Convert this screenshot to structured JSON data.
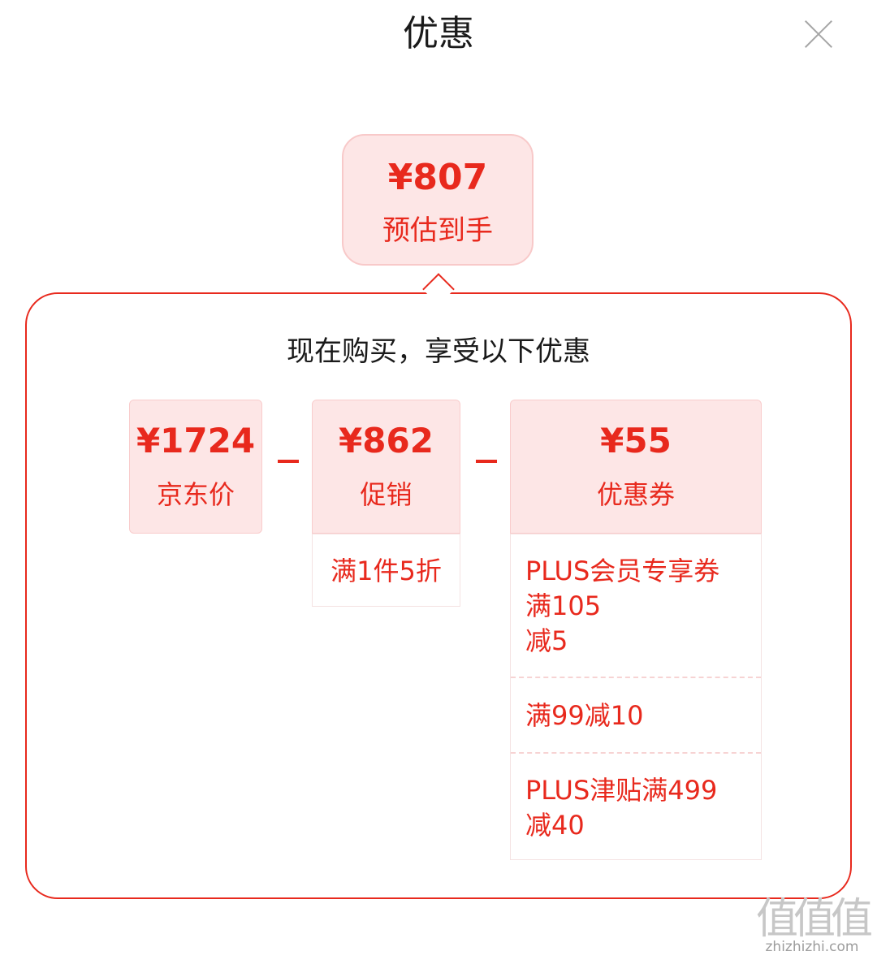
{
  "header": {
    "title": "优惠"
  },
  "estimate": {
    "amount": "¥807",
    "label": "预估到手"
  },
  "panel": {
    "title": "现在购买，享受以下优惠"
  },
  "breakdown": [
    {
      "amount": "¥1724",
      "label": "京东价"
    },
    {
      "amount": "¥862",
      "label": "促销"
    },
    {
      "amount": "¥55",
      "label": "优惠券"
    }
  ],
  "operator": "-",
  "promotion_details": [
    "满1件5折"
  ],
  "coupon_details": [
    {
      "lines": [
        "PLUS会员专享券",
        "满105",
        "减5"
      ]
    },
    {
      "lines": [
        "满99减10"
      ]
    },
    {
      "lines": [
        "PLUS津贴满499",
        "减40"
      ]
    }
  ],
  "watermark": {
    "glyphs": "值值值",
    "url": "zhizhizhi.com"
  },
  "colors": {
    "accent": "#e8291d",
    "card_bg": "#fde6e6"
  }
}
